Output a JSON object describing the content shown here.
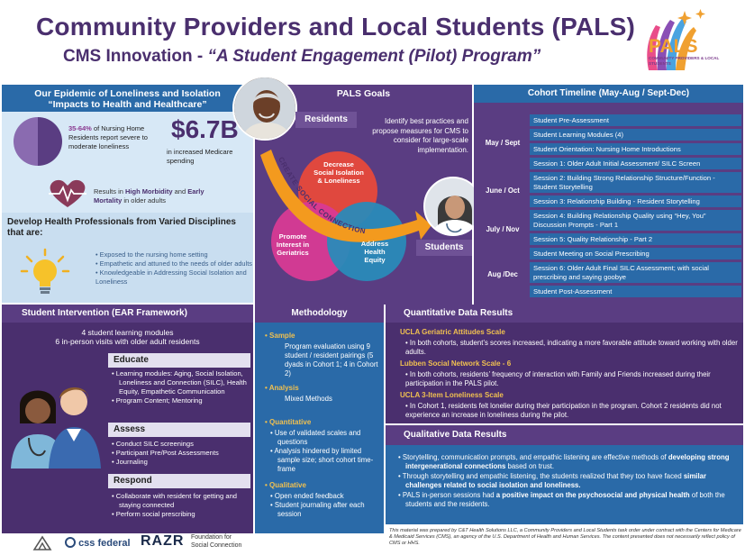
{
  "header": {
    "title": "Community Providers and Local Students (PALS)",
    "subtitle_prefix": "CMS Innovation - ",
    "subtitle_em": "“A Student Engagement (Pilot) Program”"
  },
  "logo": {
    "word": "PALS",
    "tagline": "COMMUNITY PROVIDERS & LOCAL STUDENTS"
  },
  "epidemic": {
    "heading_line1": "Our Epidemic of Loneliness and Isolation",
    "heading_line2": "“Impacts to Health and Healthcare”",
    "pie_highlight": "35-64%",
    "pie_text": " of Nursing Home Residents report severe to moderate loneliness",
    "pie_fraction": 0.5,
    "big_number": "$6.7B",
    "big_number_label": "in increased Medicare spending",
    "morbidity_prefix": "Results in ",
    "morbidity_bold1": "High Morbidity",
    "morbidity_mid": " and ",
    "morbidity_bold2": "Early Mortality",
    "morbidity_suffix": " in older adults"
  },
  "develop": {
    "heading": "Develop Health Professionals from Varied Disciplines that are:",
    "items": [
      "Exposed  to the nursing home setting",
      "Empathetic and attuned to the needs of older adults",
      "Knowledgeable in Addressing Social Isolation and Loneliness"
    ]
  },
  "intervention": {
    "heading": "Student Intervention  (EAR Framework)",
    "line1": "4 student learning modules",
    "line2": "6 in-person visits with older adult residents",
    "educate_head": "Educate",
    "educate_items": [
      "Learning modules: Aging, Social Isolation, Loneliness and Connection (SILC), Health Equity, Empathetic Communication",
      "Program Content; Mentoring"
    ],
    "assess_head": "Assess",
    "assess_items": [
      "Conduct SILC screenings",
      "Participant Pre/Post Assessments",
      "Journaling"
    ],
    "respond_head": "Respond",
    "respond_items": [
      "Collaborate with resident for getting and staying connected",
      "Perform social prescribing"
    ]
  },
  "goals": {
    "heading": "PALS Goals",
    "residents_label": "Residents",
    "students_label": "Students",
    "description": "Identify best practices and propose measures for CMS to consider for large-scale implementation.",
    "circle_top": "Decrease Social Isolation & Loneliness",
    "circle_left": "Promote Interest in Geriatrics",
    "circle_right": "Address Health Equity",
    "arrow_text": "CREATE SOCIAL CONNECTION"
  },
  "methodology": {
    "heading": "Methodology",
    "sample_label": "Sample",
    "sample_text": "Program evaluation using 9  student / resident pairings (5 dyads in Cohort 1;  4 in Cohort 2)",
    "analysis_label": "Analysis",
    "analysis_text": "Mixed Methods",
    "quantitative_label": "Quantitative",
    "quantitative_items": [
      "Use of validated scales and questions",
      "Analysis hindered by limited sample size; short cohort time-frame"
    ],
    "qualitative_label": "Qualitative",
    "qualitative_items": [
      "Open ended feedback",
      "Student journaling after each session"
    ]
  },
  "timeline": {
    "heading": "Cohort Timeline  (May-Aug / Sept-Dec)",
    "months": [
      "May / Sept",
      "June / Oct",
      "July / Nov",
      "Aug /Dec"
    ],
    "items": [
      "Student Pre-Assessment",
      "Student Learning Modules (4)",
      "Student Orientation: Nursing Home Introductions",
      "Session 1: Older Adult Initial Assessment/ SILC Screen",
      "Session 2: Building Strong Relationship Structure/Function - Student Storytelling",
      "Session 3: Relationship Building - Resident Storytelling",
      "Session 4: Building Relationship Quality using “Hey, You” Discussion Prompts - Part 1",
      "Session 5: Quality Relationship - Part 2",
      "Student Meeting on Social Prescribing",
      "Session 6: Older Adult Final SILC Assessment; with social prescribing and saying goobye",
      "Student Post-Assessment"
    ]
  },
  "quantitative": {
    "heading": "Quantitative  Data Results",
    "scale1": "UCLA Geriatric Attitudes Scale",
    "scale1_text": "In both cohorts, student’s scores increased, indicating a more favorable attitude toward working with older adults.",
    "scale2": "Lubben Social Network Scale - 6",
    "scale2_text": "In both cohorts, residents’ frequency of interaction with Family and Friends increased during their participation in the PALS pilot.",
    "scale3": "UCLA 3-Item Loneliness Scale",
    "scale3_text": "In Cohort 1, residents felt lonelier during their participation in the program.  Cohort 2 residents did not experience an increase in loneliness during the pilot."
  },
  "qualitative": {
    "heading": "Qualitative  Data Results",
    "item1_a": "Storytelling, communication prompts, and empathic listening are effective methods of ",
    "item1_b": "developing strong intergenerational connections",
    "item1_c": " based on trust.",
    "item2_a": "Through storytelling and empathic listening, the students realized that they too have faced ",
    "item2_b": "similar challenges related to social isolation and loneliness.",
    "item3_a": "PALS in-person sessions had ",
    "item3_b": "a positive impact on the psychosocial and physical health",
    "item3_c": " of both the students and the residents."
  },
  "footer": {
    "logo1": "css federal",
    "logo2": "RAZR",
    "logo3_line1": "Foundation for",
    "logo3_line2": "Social Connection",
    "note": "This material was prepared by C&T Health Solutions LLC, a Community Providers and Local Students task order under contract with the Centers for Medicare & Medicaid Services (CMS), an agency of the U.S. Department of Health and Human Services. The content presented does not necessarily reflect policy of CMS or HHS."
  },
  "colors": {
    "purple_dark": "#4a2f6e",
    "purple": "#5a3d82",
    "blue": "#2a6aa8",
    "light_blue": "#d7e8f6",
    "accent_gold": "#f0c050",
    "arrow_orange": "#f39a1e"
  },
  "icons": [
    "pals-hands-logo-icon",
    "heart-pulse-icon",
    "lightbulb-icon"
  ]
}
